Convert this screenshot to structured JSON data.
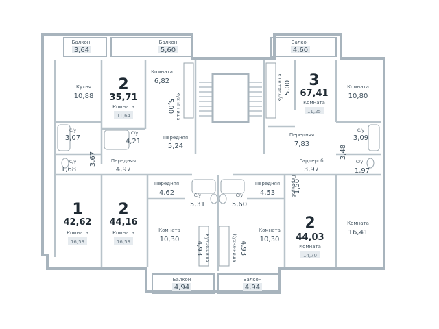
{
  "colors": {
    "wall": "#a8b4bd",
    "wall_fill": "#c7d0d6",
    "fixture": "#ffffff",
    "label_box": "#e6ebef",
    "text": "#3e4f5c"
  },
  "balconies": [
    {
      "label": "Балкон",
      "area": "3,64"
    },
    {
      "label": "Балкон",
      "area": "5,60"
    },
    {
      "label": "Балкон",
      "area": "4,60"
    },
    {
      "label": "Балкон",
      "area": "4,94"
    },
    {
      "label": "Балкон",
      "area": "4,94"
    }
  ],
  "apartments": [
    {
      "rooms": "2",
      "total": "35,71",
      "room_label": "Комната",
      "room_area": "11,64"
    },
    {
      "rooms": "3",
      "total": "67,41",
      "room_label": "Комната",
      "room_area": "11,25"
    },
    {
      "rooms": "1",
      "total": "42,62",
      "room_label": "Комната",
      "room_area": "16,53"
    },
    {
      "rooms": "2",
      "total": "44,16",
      "room_label": "Комната",
      "room_area": "16,53"
    },
    {
      "rooms": "2",
      "total": "44,03",
      "room_label": "Комната",
      "room_area": "14,70"
    }
  ],
  "rooms": [
    {
      "label": "Кухня",
      "area": "10,88"
    },
    {
      "label": "Комната",
      "area": "6,82"
    },
    {
      "label": "Кухня-ниша",
      "area": "5,00"
    },
    {
      "label": "С/у",
      "area": "3,07"
    },
    {
      "label": "С/у",
      "area": "4,21"
    },
    {
      "label": "Передняя",
      "area": "5,24"
    },
    {
      "label": "С/у",
      "area": "1,68"
    },
    {
      "label": "Передняя",
      "area": "4,97"
    },
    {
      "label": "Кухня-ниша",
      "area": "5,00"
    },
    {
      "label": "Комната",
      "area": "10,80"
    },
    {
      "label": "С/у",
      "area": "3,09"
    },
    {
      "label": "Передняя",
      "area": "7,83"
    },
    {
      "label": "Гардероб",
      "area": "3,97"
    },
    {
      "label": "С/у",
      "area": "1,97"
    },
    {
      "label": "Гардероб",
      "area": "1,50"
    },
    {
      "label": "Передняя",
      "area": "4,62"
    },
    {
      "label": "С/у",
      "area": "5,31"
    },
    {
      "label": "С/у",
      "area": "5,60"
    },
    {
      "label": "Передняя",
      "area": "4,53"
    },
    {
      "label": "Комната",
      "area": "10,30"
    },
    {
      "label": "Комната",
      "area": "10,30"
    },
    {
      "label": "Кухня-ниша",
      "area": "4,93"
    },
    {
      "label": "Кухня-ниша",
      "area": "4,93"
    },
    {
      "label": "Комната",
      "area": "16,41"
    }
  ],
  "dims": [
    "3,67",
    "3,48"
  ]
}
